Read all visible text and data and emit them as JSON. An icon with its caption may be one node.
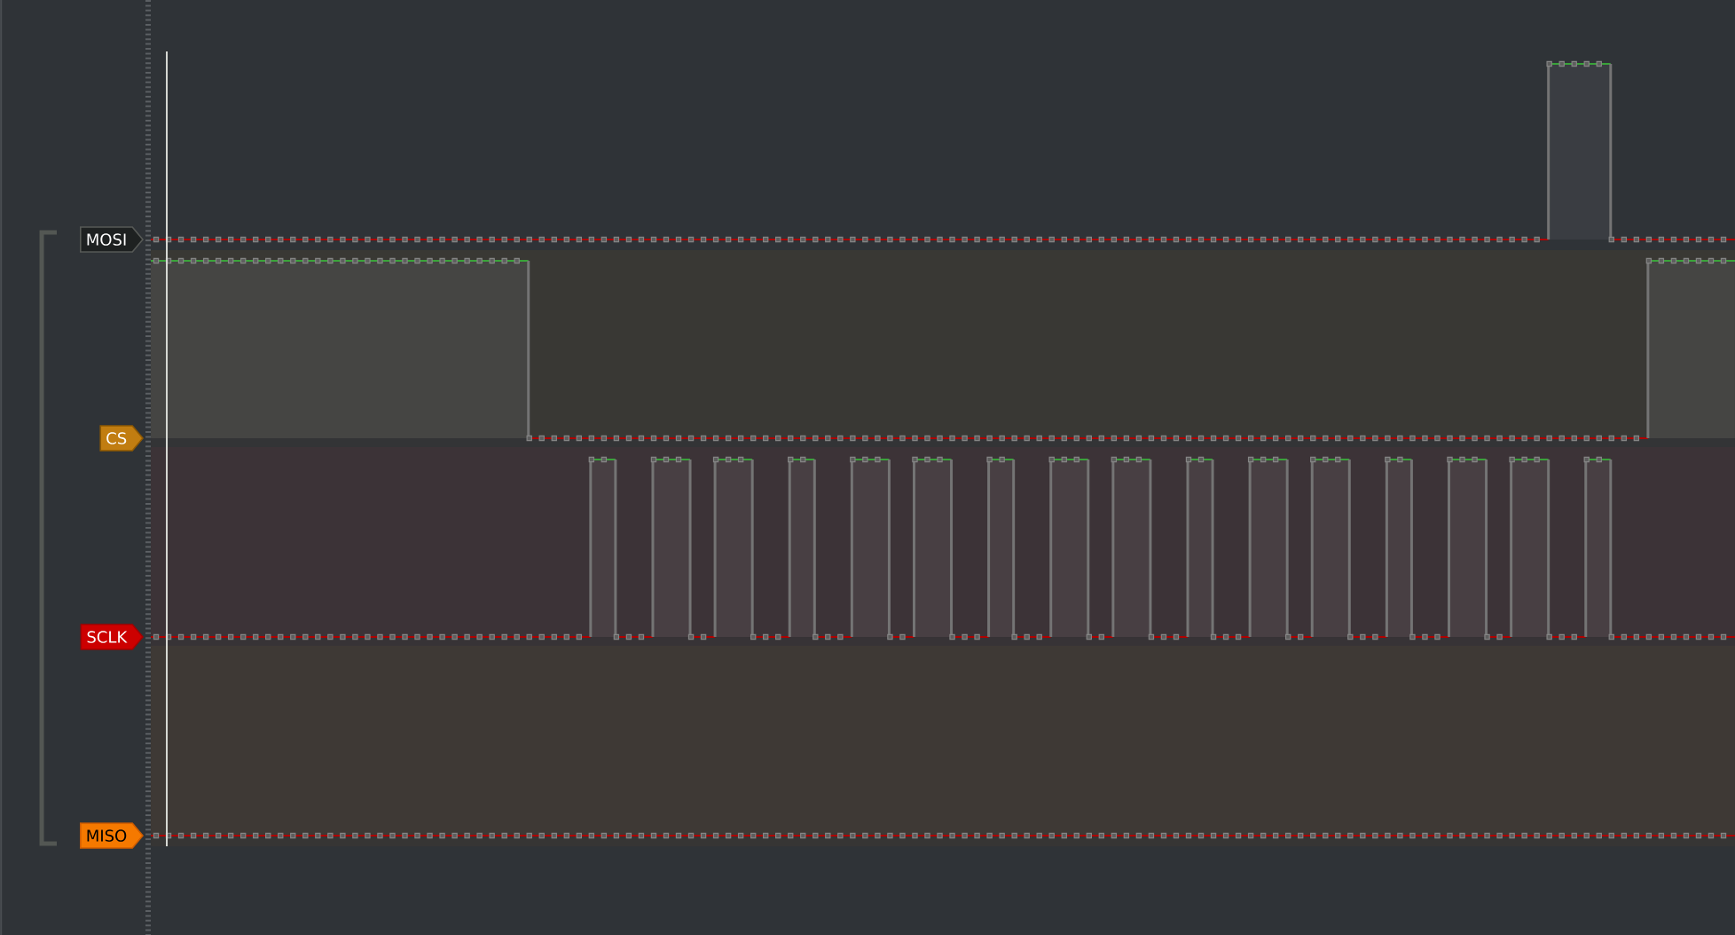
{
  "diagram": {
    "nodes": [
      {
        "text": [
          "MOSI"
        ]
      },
      {
        "text": [
          "CS"
        ]
      },
      {
        "text": [
          "SCLK"
        ]
      },
      {
        "text": [
          "MISO"
        ]
      }
    ]
  }
}
